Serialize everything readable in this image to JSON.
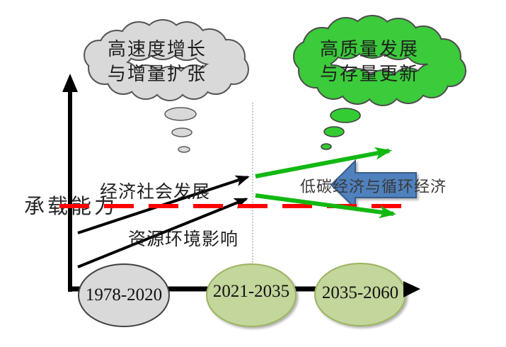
{
  "diagram": {
    "clouds": {
      "past": {
        "line1": "高速度增长",
        "line2": "与增量扩张"
      },
      "future": {
        "line1": "高质量发展",
        "line2": "与存量更新"
      }
    },
    "labels": {
      "capacity": "承载能力",
      "economy": "经济社会发展",
      "environment": "资源环境影响",
      "low_carbon": "低碳经济与循环经济"
    },
    "periods": [
      {
        "label": "1978-2020"
      },
      {
        "label": "2021-2035"
      },
      {
        "label": "2035-2060"
      }
    ],
    "colors": {
      "cloud_past": "#d9d9d9",
      "cloud_future": "#3bcb3b",
      "bubble_past": "#d9d9d9",
      "bubble_future": "#33cc33",
      "period_past": "#d9d9d9",
      "period_future": "#c3d69b",
      "capacity_line": "#ff0000",
      "trend_arrow": "#12b812",
      "policy_arrow": "#4f81bd",
      "axis": "#000000"
    }
  }
}
